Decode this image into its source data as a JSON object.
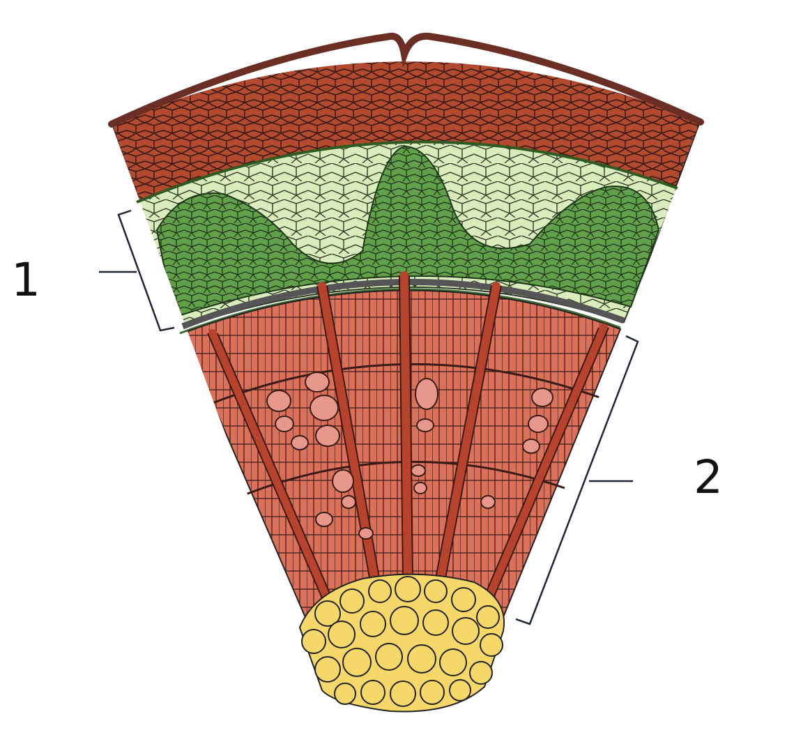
{
  "labels": [
    {
      "id": "1",
      "text": "1"
    },
    {
      "id": "2",
      "text": "2"
    }
  ],
  "colors": {
    "bark_outline": "#6b2e24",
    "cork": "#b24a30",
    "cortex_light": "#d5eab7",
    "phloem_dark": "#5f9c48",
    "cambium": "#5a5a5a",
    "xylem": "#d96b52",
    "ray": "#b8432c",
    "pith": "#f6d86a",
    "line": "#222222"
  }
}
